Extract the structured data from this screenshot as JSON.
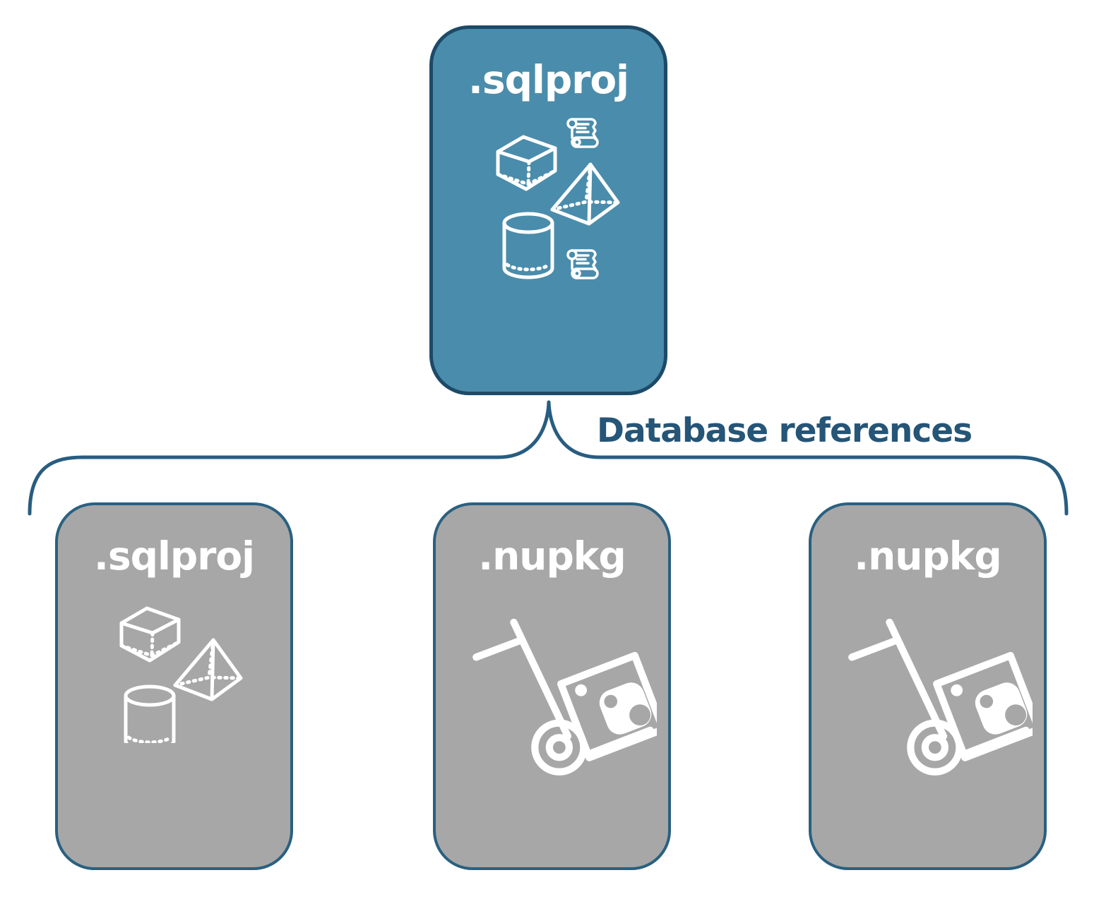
{
  "diagram": {
    "root": {
      "label": ".sqlproj"
    },
    "connector": {
      "label": "Database references"
    },
    "children": [
      {
        "label": ".sqlproj",
        "icon": "sql-project-objects"
      },
      {
        "label": ".nupkg",
        "icon": "nuget-package-dolly"
      },
      {
        "label": ".nupkg",
        "icon": "nuget-package-dolly"
      }
    ],
    "colors": {
      "root_fill": "#4a8cab",
      "root_border": "#1d4a68",
      "child_fill": "#a7a7a7",
      "child_border": "#2a6080",
      "connector_stroke": "#275d80",
      "connector_label": "#255577",
      "icon": "#ffffff"
    }
  }
}
